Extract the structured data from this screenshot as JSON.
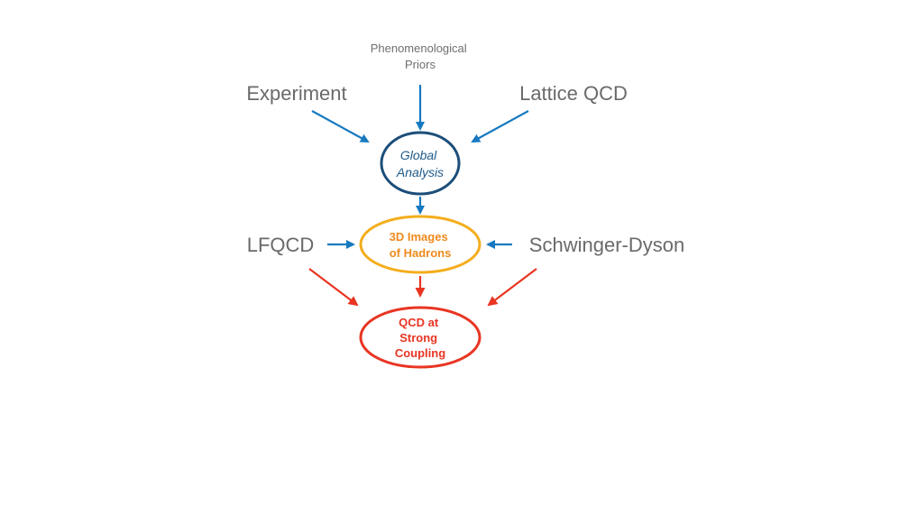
{
  "colors": {
    "blue_arrow": "#1779c0",
    "red_arrow": "#e83522",
    "global_border": "#1c4e7a",
    "global_text": "#1f5a8a",
    "images_border": "#f4ad1c",
    "images_text": "#ee8a1c",
    "qcd_border": "#e83522",
    "qcd_text": "#e83522",
    "label_gray": "#6a6a6a"
  },
  "sources": {
    "phenomenological": [
      "Phenomenological",
      "Priors"
    ],
    "experiment": "Experiment",
    "lattice": "Lattice QCD",
    "lfqcd": "LFQCD",
    "schwinger": "Schwinger-Dyson"
  },
  "nodes": {
    "global": [
      "Global",
      "Analysis"
    ],
    "images": [
      "3D Images",
      "of Hadrons"
    ],
    "qcd": [
      "QCD at",
      "Strong",
      "Coupling"
    ]
  }
}
